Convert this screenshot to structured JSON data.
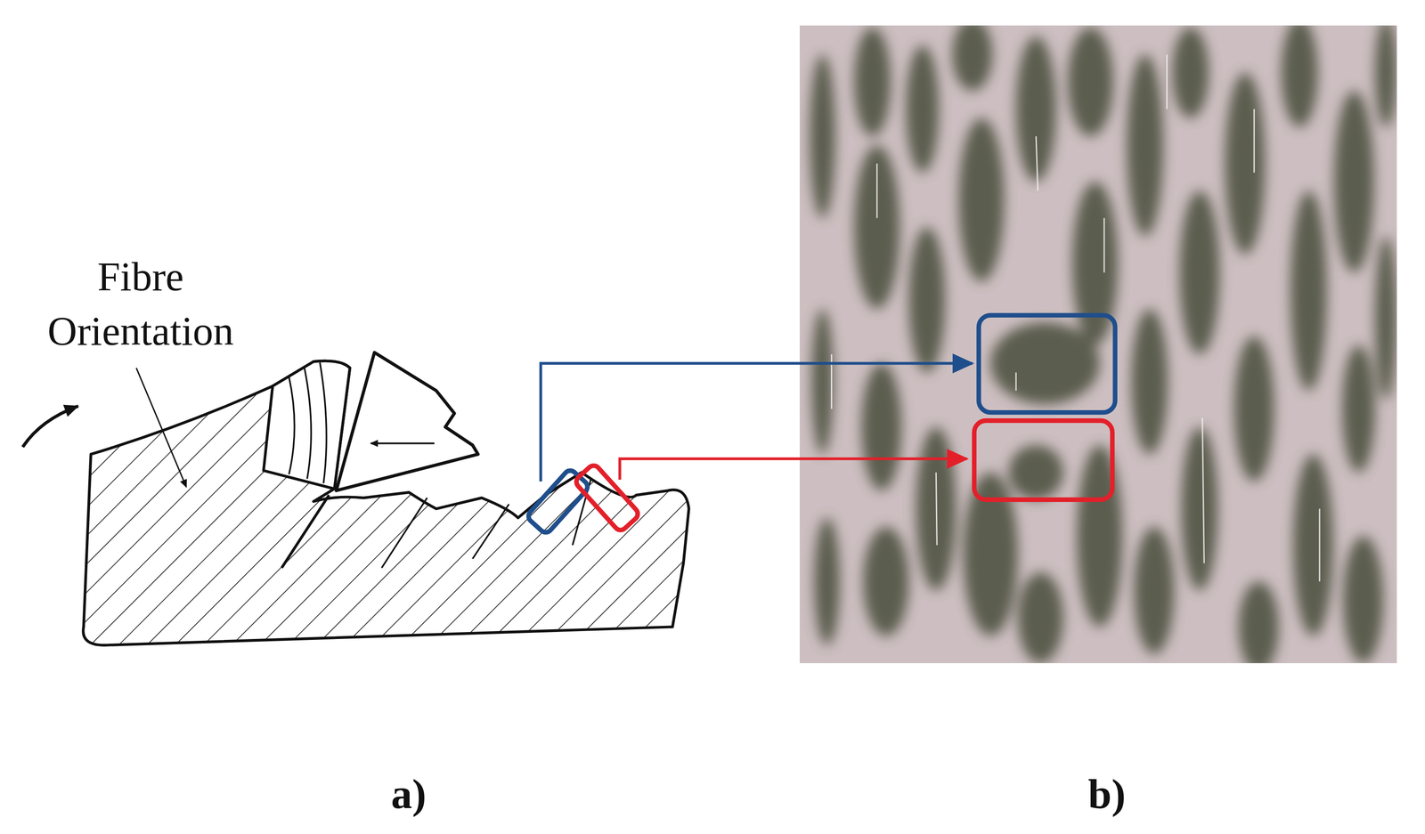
{
  "diagram": {
    "labels": [
      "Fibre Orientation",
      "a)",
      "b)"
    ]
  }
}
